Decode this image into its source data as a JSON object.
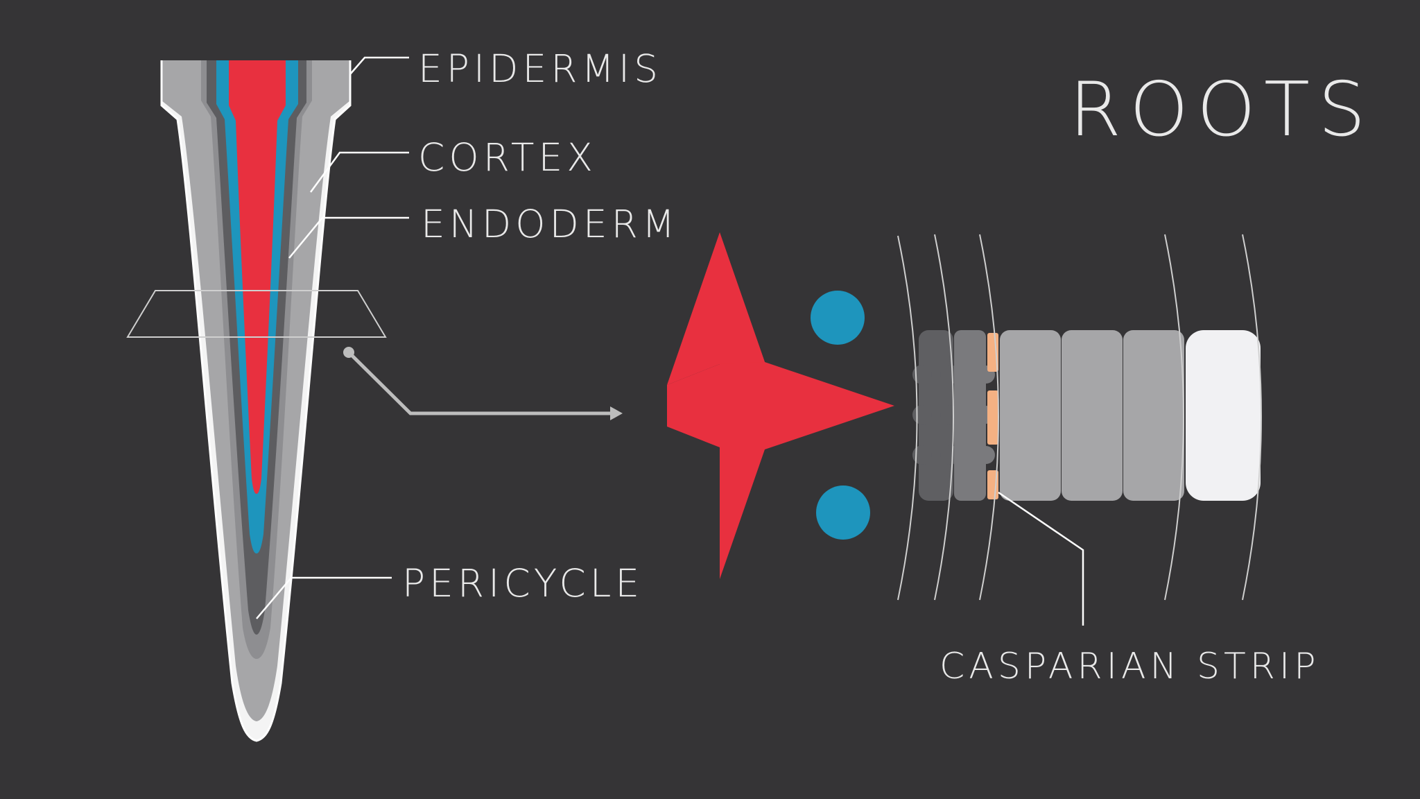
{
  "title": "ROOTS",
  "labels": {
    "epidermis": "EPIDERMIS",
    "cortex": "CORTEX",
    "endoderm": "ENDODERM",
    "pericycle": "PERICYCLE",
    "casparian_strip": "CASPARIAN STRIP"
  },
  "colors": {
    "background": "#353436",
    "xylem_red": "#e8303f",
    "phloem_blue": "#1e95bd",
    "casparian_orange": "#f4b183",
    "label_text": "#e9e9e9"
  }
}
